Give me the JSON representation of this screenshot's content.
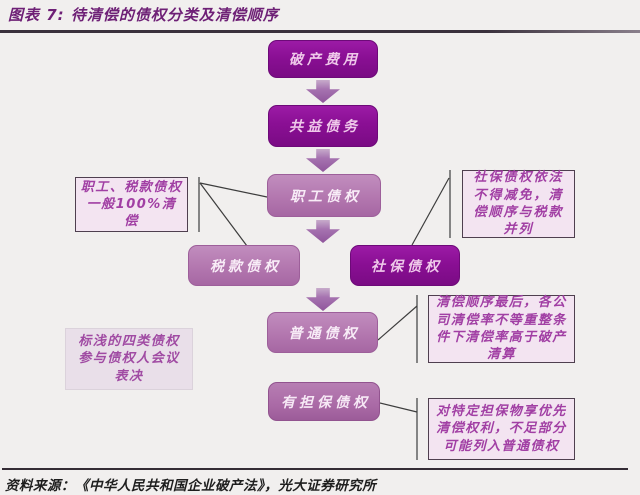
{
  "header": {
    "title": "图表 7: 待清偿的债权分类及清偿顺序"
  },
  "flow": {
    "nodes": [
      {
        "id": "bankruptcy-expenses",
        "label": "破产费用",
        "color": "#8a0f94"
      },
      {
        "id": "common-benefit-debt",
        "label": "共益债务",
        "color": "#8a0f94"
      },
      {
        "id": "employee-claims",
        "label": "职工债权",
        "color": "#b377af"
      },
      {
        "id": "tax-claims",
        "label": "税款债权",
        "color": "#b377af"
      },
      {
        "id": "social-security-claims",
        "label": "社保债权",
        "color": "#8a0f94"
      },
      {
        "id": "ordinary-claims",
        "label": "普通债权",
        "color": "#b377af"
      },
      {
        "id": "secured-claims",
        "label": "有担保债权",
        "color": "#aa6aa6"
      }
    ]
  },
  "annotations": [
    {
      "id": "note-employee-tax",
      "text": "职工、税款债权一般100%清偿"
    },
    {
      "id": "note-social-security",
      "text": "社保债权依法不得减免，清偿顺序与税款并列"
    },
    {
      "id": "note-ordinary",
      "text": "清偿顺序最后，各公司清偿率不等重整条件下清偿率高于破产清算"
    },
    {
      "id": "note-voting",
      "text": "标浅的四类债权参与债权人会议表决"
    },
    {
      "id": "note-secured",
      "text": "对特定担保物享优先清偿权利，不足部分可能列入普通债权"
    }
  ],
  "footer": {
    "source": "资料来源：《中华人民共和国企业破产法》，光大证券研究所"
  },
  "colors": {
    "background": "#f1efee",
    "title_text": "#6e2076",
    "node_dark": "#8a0f94",
    "node_light": "#b377af",
    "node_medium": "#aa6aa6",
    "node_text_on_dark": "#efc9ea",
    "annotation_bg": "#f3e4f1",
    "annotation_text": "#a13fa4",
    "connector_line": "#3d3d3d",
    "arrow_fill": "#a673b0"
  }
}
